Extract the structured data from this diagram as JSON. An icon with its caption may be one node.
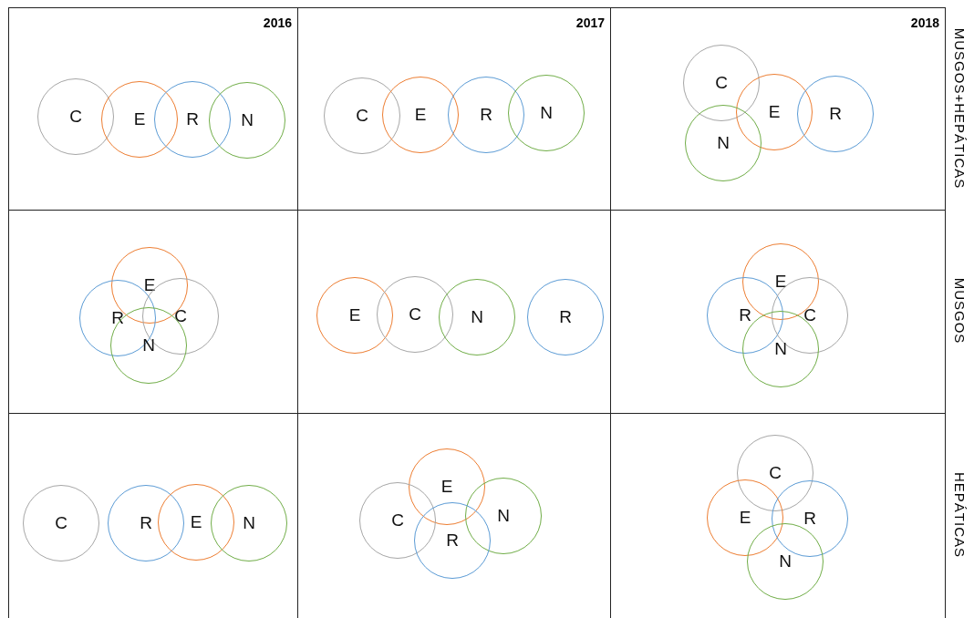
{
  "diagram": {
    "nodes": [
      {
        "text": [
          "2016"
        ]
      },
      {
        "text": [
          "C"
        ],
        "in": 0
      },
      {
        "text": [
          "E"
        ],
        "in": 0
      },
      {
        "text": [
          "R"
        ],
        "in": 0
      },
      {
        "text": [
          "N"
        ],
        "in": 0
      },
      {
        "text": [
          "2017"
        ]
      },
      {
        "text": [
          "C"
        ],
        "in": 5
      },
      {
        "text": [
          "E"
        ],
        "in": 5
      },
      {
        "text": [
          "R"
        ],
        "in": 5
      },
      {
        "text": [
          "N"
        ],
        "in": 5
      },
      {
        "text": [
          "2018"
        ]
      },
      {
        "text": [
          "C"
        ],
        "in": 10
      },
      {
        "text": [
          "E"
        ],
        "in": 10
      },
      {
        "text": [
          "R"
        ],
        "in": 10
      },
      {
        "text": [
          "N"
        ],
        "in": 10
      },
      {
        "text": [],
        "shape": "box"
      },
      {
        "text": [
          "E"
        ],
        "in": 15
      },
      {
        "text": [
          "R"
        ],
        "in": 15
      },
      {
        "text": [
          "C"
        ],
        "in": 15
      },
      {
        "text": [
          "N"
        ],
        "in": 15
      },
      {
        "text": [],
        "shape": "box"
      },
      {
        "text": [
          "E"
        ],
        "in": 20
      },
      {
        "text": [
          "C"
        ],
        "in": 20
      },
      {
        "text": [
          "N"
        ],
        "in": 20
      },
      {
        "text": [
          "R"
        ],
        "in": 20
      },
      {
        "text": [],
        "shape": "box"
      },
      {
        "text": [
          "E"
        ],
        "in": 25
      },
      {
        "text": [
          "R"
        ],
        "in": 25
      },
      {
        "text": [
          "C"
        ],
        "in": 25
      },
      {
        "text": [
          "N"
        ],
        "in": 25
      },
      {
        "text": [],
        "shape": "box"
      },
      {
        "text": [
          "C"
        ],
        "in": 30
      },
      {
        "text": [
          "R"
        ],
        "in": 30
      },
      {
        "text": [
          "E"
        ],
        "in": 30
      },
      {
        "text": [
          "N"
        ],
        "in": 30
      },
      {
        "text": [],
        "shape": "box"
      },
      {
        "text": [
          "E"
        ],
        "in": 35
      },
      {
        "text": [
          "C"
        ],
        "in": 35
      },
      {
        "text": [
          "N"
        ],
        "in": 35
      },
      {
        "text": [
          "R"
        ],
        "in": 35
      },
      {
        "text": [],
        "shape": "box"
      },
      {
        "text": [
          "C"
        ],
        "in": 40
      },
      {
        "text": [
          "E"
        ],
        "in": 40
      },
      {
        "text": [
          "R"
        ],
        "in": 40
      },
      {
        "text": [
          "N"
        ],
        "in": 40
      }
    ],
    "labels": [
      "MUSGOS+HEPÁTICAS",
      "MUSGOS",
      "HEPÁTICAS"
    ]
  }
}
